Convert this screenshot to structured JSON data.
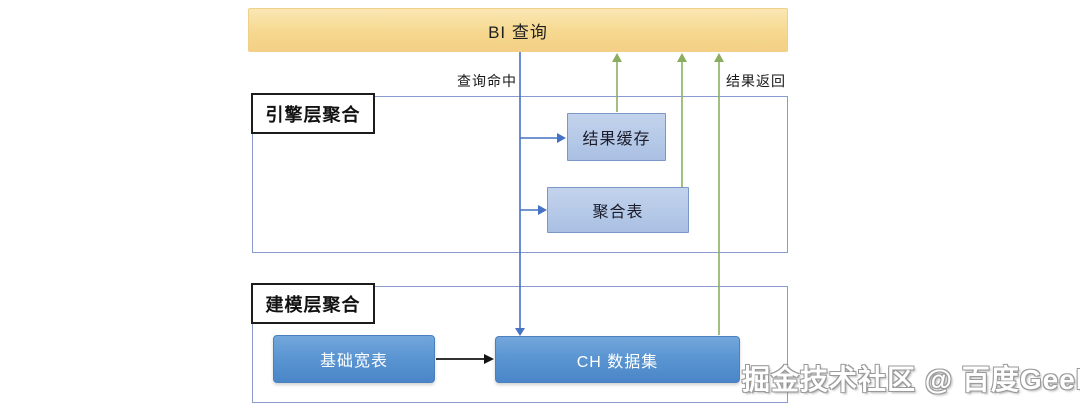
{
  "diagram": {
    "bi_query": {
      "label": "BI 查询"
    },
    "edge_labels": {
      "query_hit": "查询命中",
      "result_return": "结果返回"
    },
    "engine_layer": {
      "label": "引擎层聚合",
      "nodes": {
        "result_cache": "结果缓存",
        "agg_table": "聚合表"
      }
    },
    "modeling_layer": {
      "label": "建模层聚合",
      "nodes": {
        "base_wide_table": "基础宽表",
        "ch_dataset": "CH 数据集"
      }
    },
    "watermark": "掘金技术社区 @ 百度Geek说"
  },
  "colors": {
    "bi_bar_fill": "#f6d88f",
    "container_border": "#8a9cce",
    "layer_label_border": "#1c1c1c",
    "light_node_fill": "#b4c8e7",
    "light_node_border": "#7b97c7",
    "dark_node_fill": "#5b96d2",
    "query_flow_blue": "#4472c4",
    "return_flow_green": "#8aad60",
    "etl_arrow_black": "#141414"
  }
}
